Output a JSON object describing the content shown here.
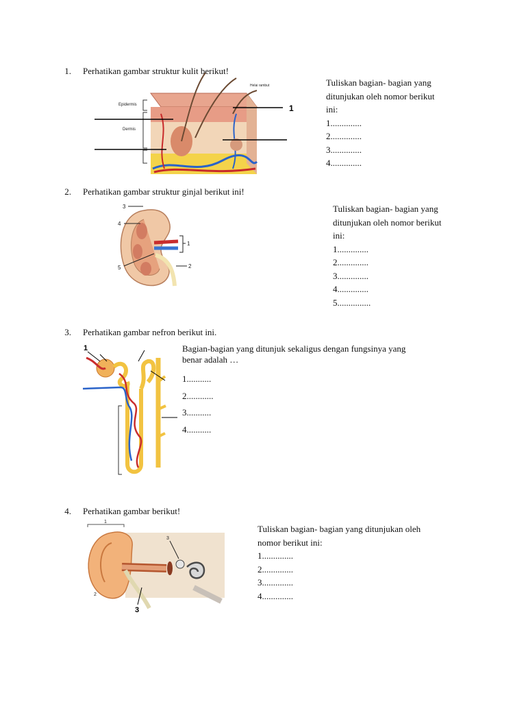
{
  "questions": [
    {
      "number": "1.",
      "prompt": "Perhatikan gambar struktur kulit berikut!",
      "instruction_lines": [
        "Tuliskan bagian- bagian yang",
        "ditunjukan oleh nomor berikut",
        "ini:"
      ],
      "answers": [
        "1..............",
        "2..............",
        "3..............",
        "4.............."
      ],
      "figure_labels": {
        "epidermis": "Epidermis",
        "dermis": "Dermis",
        "hair": "Helai rambut",
        "num1": "1"
      }
    },
    {
      "number": "2.",
      "prompt": "Perhatikan gambar struktur ginjal berikut ini!",
      "instruction_lines": [
        "Tuliskan bagian- bagian yang",
        "ditunjukan oleh nomor berikut",
        "ini:"
      ],
      "answers": [
        "1..............",
        "2..............",
        "3..............",
        "4..............",
        "5..............."
      ],
      "figure_labels": {
        "n1": "1",
        "n2": "2",
        "n3": "3",
        "n4": "4",
        "n5": "5"
      }
    },
    {
      "number": "3.",
      "prompt": "Perhatikan gambar nefron berikut ini.",
      "instruction_lines": [
        "Bagian-bagian yang ditunjuk sekaligus dengan fungsinya yang",
        "benar adalah …"
      ],
      "answers": [
        "1...........",
        "2............",
        "3...........",
        "4..........."
      ],
      "figure_labels": {
        "n1": "1"
      }
    },
    {
      "number": "4.",
      "prompt": "Perhatikan gambar berikut!",
      "instruction_lines": [
        "Tuliskan bagian- bagian yang ditunjukan oleh",
        "nomor berikut ini:"
      ],
      "answers": [
        "1..............",
        "2..............",
        "3..............",
        "4.............."
      ],
      "figure_labels": {
        "n1": "1",
        "n2": "2",
        "n3": "3",
        "n3b": "3"
      }
    }
  ]
}
